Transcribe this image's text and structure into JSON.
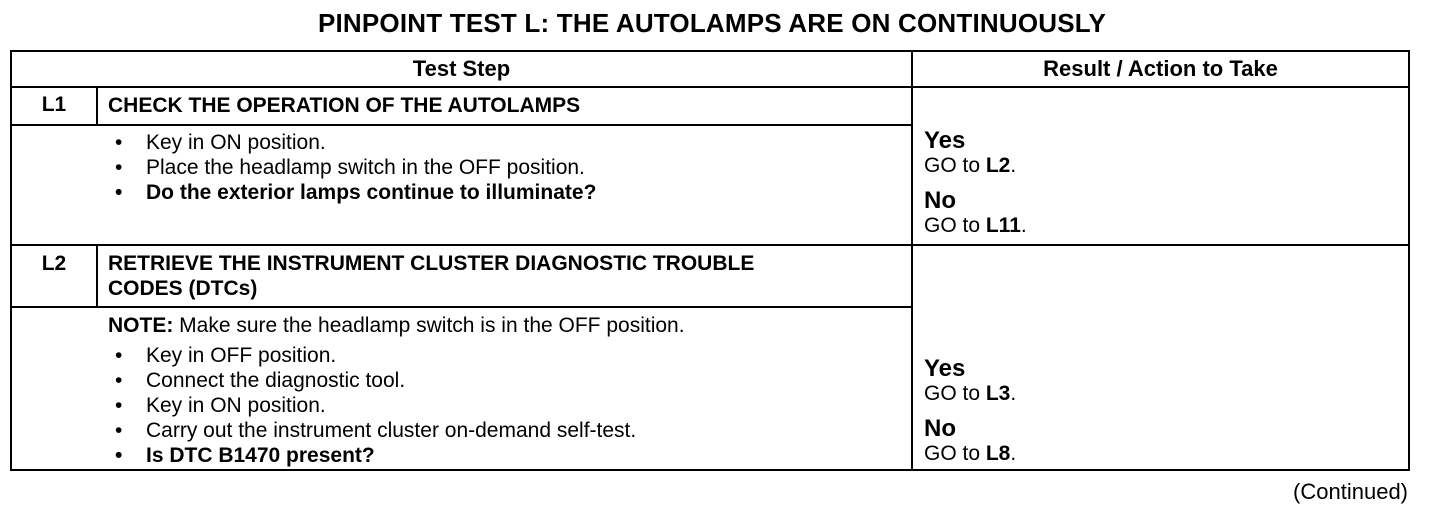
{
  "title": "PINPOINT TEST L: THE AUTOLAMPS ARE ON CONTINUOUSLY",
  "headers": {
    "test_step": "Test Step",
    "result_action": "Result / Action to Take"
  },
  "steps": [
    {
      "id": "L1",
      "heading": "CHECK THE OPERATION OF THE AUTOLAMPS",
      "note_label": "",
      "note_text": "",
      "bullets": [
        {
          "text": "Key in ON position.",
          "bold": false
        },
        {
          "text": "Place the headlamp switch in the OFF position.",
          "bold": false
        },
        {
          "text": "Do the exterior lamps continue to illuminate?",
          "bold": true
        }
      ],
      "results": [
        {
          "label": "Yes",
          "prefix": "GO to ",
          "target": "L2",
          "suffix": "."
        },
        {
          "label": "No",
          "prefix": "GO to ",
          "target": "L11",
          "suffix": "."
        }
      ]
    },
    {
      "id": "L2",
      "heading": "RETRIEVE THE INSTRUMENT CLUSTER DIAGNOSTIC TROUBLE CODES (DTCs)",
      "note_label": "NOTE:",
      "note_text": " Make sure the headlamp switch is in the OFF position.",
      "bullets": [
        {
          "text": "Key in OFF position.",
          "bold": false
        },
        {
          "text": "Connect the diagnostic tool.",
          "bold": false
        },
        {
          "text": "Key in ON position.",
          "bold": false
        },
        {
          "text": "Carry out the instrument cluster on-demand self-test.",
          "bold": false
        },
        {
          "text": "Is DTC B1470 present?",
          "bold": true
        }
      ],
      "results": [
        {
          "label": "Yes",
          "prefix": "GO to ",
          "target": "L3",
          "suffix": "."
        },
        {
          "label": "No",
          "prefix": "GO to ",
          "target": "L8",
          "suffix": "."
        }
      ]
    }
  ],
  "continued": "(Continued)"
}
